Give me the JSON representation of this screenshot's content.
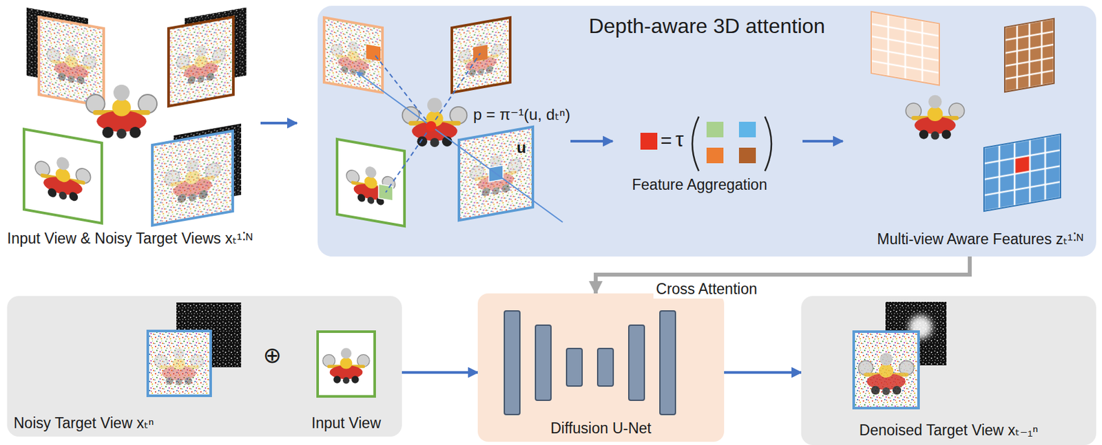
{
  "diagram": {
    "nodes": [
      {
        "text": [
          "Depth-aware 3D attention",
          "Multi-view Aware Features zₜ¹˸ᴺ"
        ]
      },
      {
        "text": [
          "Noisy Target View xₜⁿ",
          "⊕",
          "Input View"
        ]
      },
      {
        "text": [
          "Diffusion U-Net"
        ]
      },
      {
        "text": [
          "Denoised Target View xₜ₋₁ⁿ"
        ]
      }
    ],
    "edges": [
      {
        "from": 0,
        "to": 2,
        "arrow": "to",
        "label": "Cross Attention"
      },
      {
        "from": 1,
        "to": 2,
        "arrow": "to"
      },
      {
        "from": 2,
        "to": 3,
        "arrow": "to"
      }
    ],
    "labels": [
      "Input View & Noisy Target Views xₜ¹˸ᴺ",
      "p = π⁻¹(u, dₜⁿ)",
      "u",
      "=",
      "τ",
      "Feature Aggregation"
    ]
  }
}
